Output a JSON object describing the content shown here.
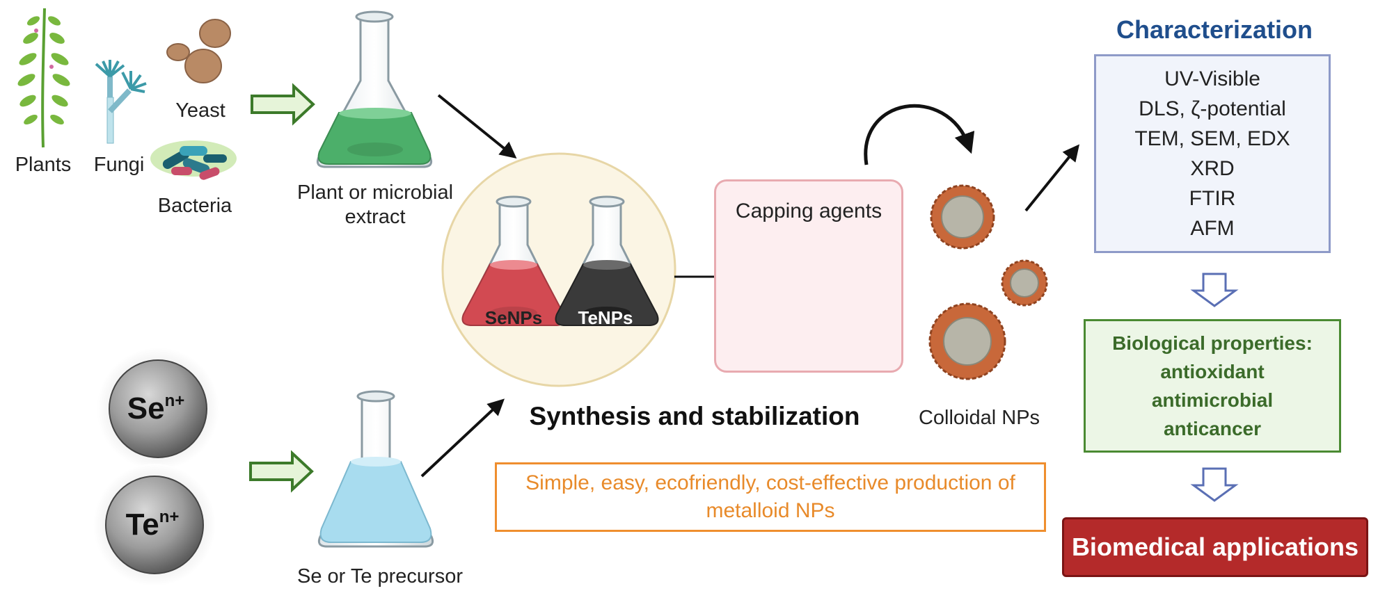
{
  "sources": {
    "plants": "Plants",
    "fungi": "Fungi",
    "yeast": "Yeast",
    "bacteria": "Bacteria"
  },
  "extract_label_line1": "Plant or microbial",
  "extract_label_line2": "extract",
  "ions": {
    "se_base": "Se",
    "se_sup": "n+",
    "te_base": "Te",
    "te_sup": "n+"
  },
  "precursor_label": "Se or Te precursor",
  "flasks": {
    "se": "SeNPs",
    "te": "TeNPs"
  },
  "synthesis_label": "Synthesis and stabilization",
  "capping_label": "Capping agents",
  "colloidal_label": "Colloidal NPs",
  "benefit_line1": "Simple, easy, ecofriendly, cost-effective production of",
  "benefit_line2": "metalloid NPs",
  "characterization": {
    "title": "Characterization",
    "methods": [
      "UV-Visible",
      "DLS, ζ-potential",
      "TEM, SEM, EDX",
      "XRD",
      "FTIR",
      "AFM"
    ]
  },
  "biological": {
    "lines": [
      "Biological properties:",
      "antioxidant",
      "antimicrobial",
      "anticancer"
    ]
  },
  "applications_label": "Biomedical applications",
  "colors": {
    "characterization_title": "#1f4e8c",
    "bio_text": "#3b6b2a",
    "app_bg": "#b42a2a",
    "orange": "#e88a2a",
    "green_extract": "#4caf6a",
    "red_flask": "#d24a52",
    "blue_precursor": "#a8dcef"
  }
}
